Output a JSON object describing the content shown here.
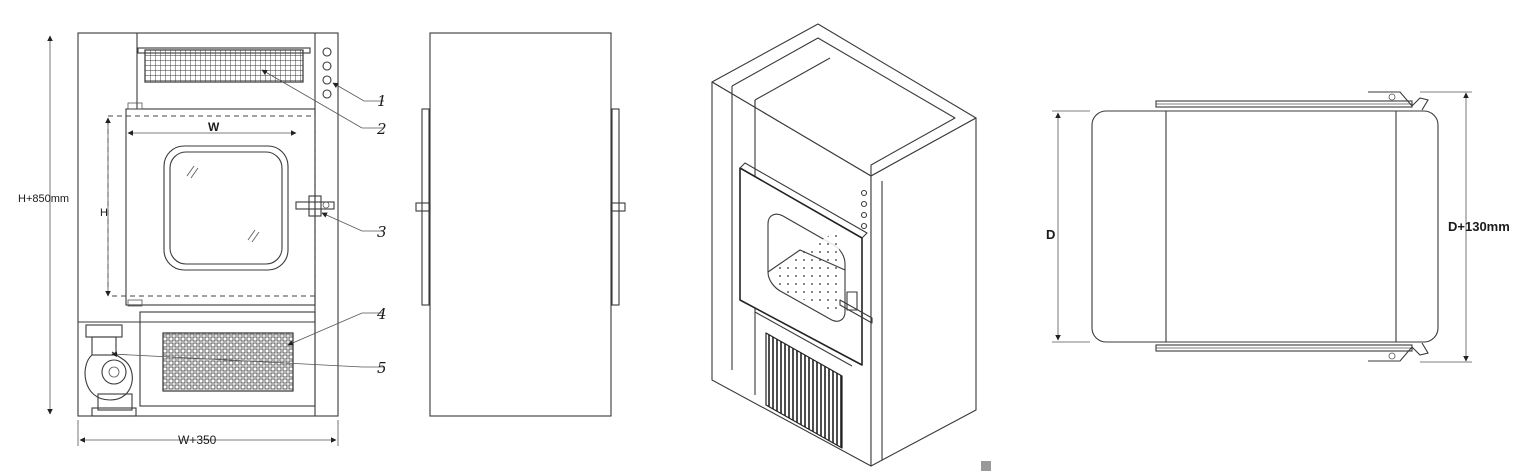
{
  "front_view": {
    "width_dim": "W",
    "height_dim": "H",
    "overall_height": "H+850mm",
    "overall_width": "W+350",
    "callouts": [
      "1",
      "2",
      "3",
      "4",
      "5"
    ]
  },
  "top_view": {
    "depth_dim": "D",
    "overall_depth": "D+130mm"
  },
  "colors": {
    "line": "#3a3a3a",
    "background": "#ffffff"
  }
}
